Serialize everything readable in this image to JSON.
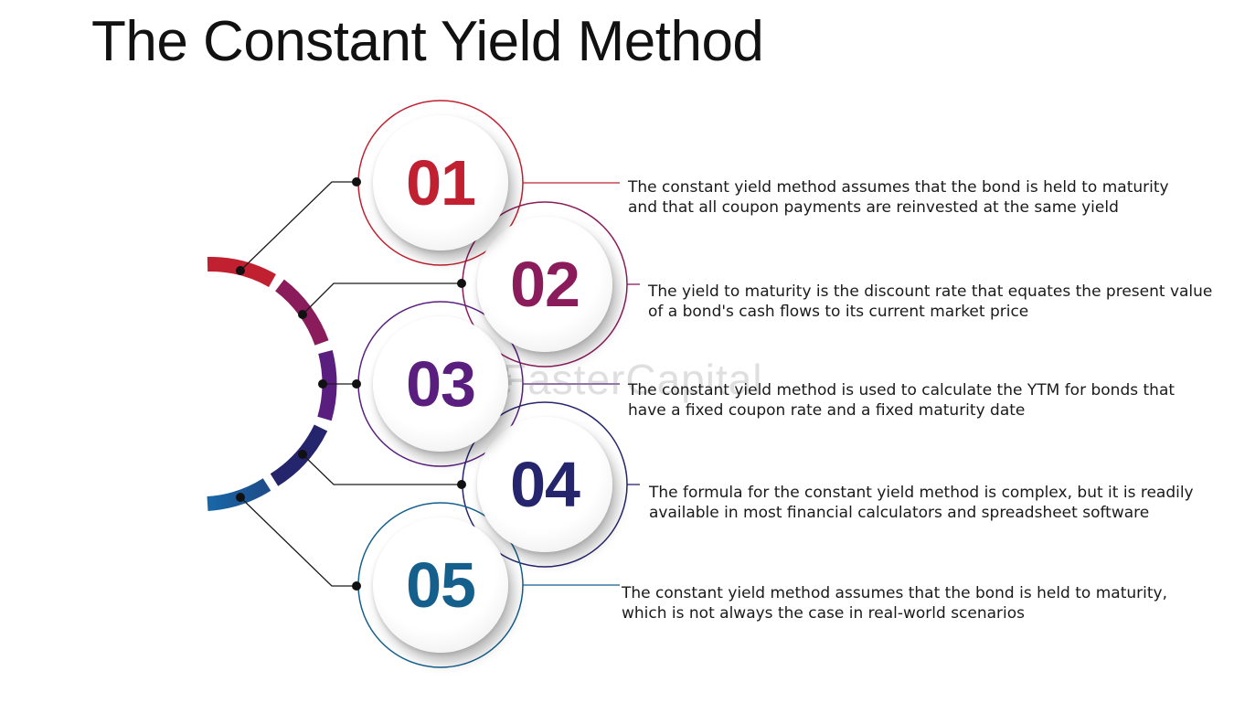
{
  "title": "The Constant Yield Method",
  "watermark": "FasterCapital",
  "items": [
    {
      "number": "01",
      "color": "#c0202f",
      "text_line1": "The constant yield method assumes that the bond is held to maturity",
      "text_line2": "and that all coupon payments are reinvested at the same yield"
    },
    {
      "number": "02",
      "color": "#8a1c5c",
      "text_line1": "The yield to maturity is the discount rate that equates the present value",
      "text_line2": "of a bond's cash flows to its current market price"
    },
    {
      "number": "03",
      "color": "#5a1f7e",
      "text_line1": "The constant yield method is used to calculate the YTM for bonds that",
      "text_line2": "have a fixed coupon rate and a fixed maturity date"
    },
    {
      "number": "04",
      "color": "#25256e",
      "text_line1": "The formula for the constant yield method is complex, but it is readily",
      "text_line2": "available in most financial calculators and spreadsheet software"
    },
    {
      "number": "05",
      "color": "#155f8d",
      "text_line1": "The constant yield method assumes that the bond is held to maturity,",
      "text_line2": "which is not always the case in real-world scenarios"
    }
  ]
}
